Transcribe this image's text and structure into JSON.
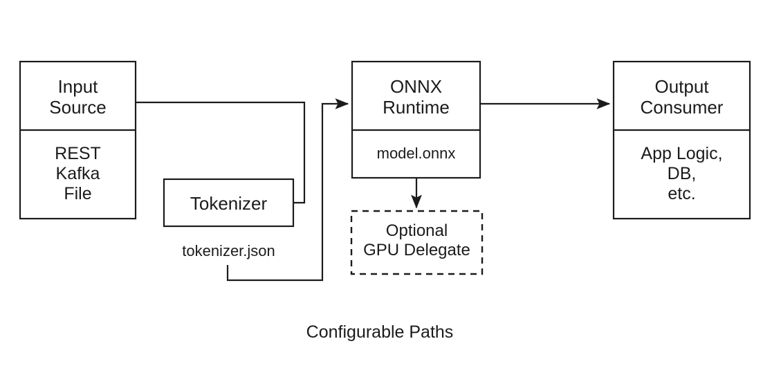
{
  "diagram": {
    "caption": "Configurable Paths",
    "stroke_color": "#1b1b1b",
    "background_color": "#ffffff",
    "nodes": {
      "input_source": {
        "title": "Input\nSource",
        "detail": "REST\nKafka\nFile"
      },
      "tokenizer": {
        "title": "Tokenizer",
        "caption": "tokenizer.json"
      },
      "onnx_runtime": {
        "title": "ONNX\nRuntime",
        "detail": "model.onnx"
      },
      "gpu_delegate": {
        "title": "Optional\nGPU Delegate",
        "style": "dashed"
      },
      "output_consumer": {
        "title": "Output\nConsumer",
        "detail": "App Logic,\nDB,\netc."
      }
    },
    "edges": [
      {
        "from": "input_source",
        "to": "tokenizer",
        "arrow": false
      },
      {
        "from": "tokenizer",
        "to": "onnx_runtime",
        "arrow": true
      },
      {
        "from": "onnx_runtime",
        "to": "output_consumer",
        "arrow": true
      },
      {
        "from": "onnx_runtime",
        "to": "gpu_delegate",
        "arrow": true
      }
    ]
  }
}
